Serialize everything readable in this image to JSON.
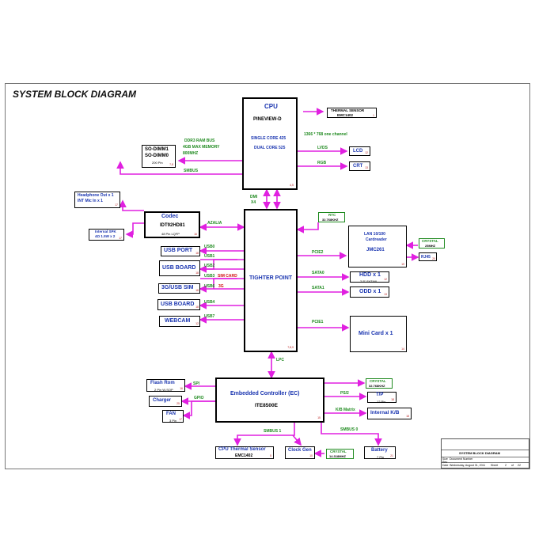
{
  "title": "SYSTEM BLOCK DIAGRAM",
  "cpu": {
    "title": "CPU",
    "name": "PINEVIEW-D",
    "line1": "SINGLE CORE 425",
    "line2": "DUAL CORE 525",
    "page": "4,5"
  },
  "thermal_top": {
    "line1": "THERMAL SENSOR",
    "line2": "EMC1402",
    "page": "1"
  },
  "resolution_note": "1366 * 768 one channel",
  "ddr": {
    "line1": "DDR3 RAM BUS",
    "line2": "4GB MAX MEMORY",
    "line3": "800MHZ"
  },
  "sodimm": {
    "line1": "SO-DIMM1",
    "line2": "SO-DIMM0",
    "line3": "200 Pin",
    "page": "7,8"
  },
  "smbus_label": "SMBUS",
  "lvds_label": "LVDS",
  "rgb_label": "RGB",
  "lcd": {
    "label": "LCD",
    "page": "12"
  },
  "crt": {
    "label": "CRT",
    "page": "13"
  },
  "dmi_label": "DMI",
  "dmi_width": "X4",
  "headphone": {
    "line1": "Headphone Out x 1",
    "line2": "INT Mic In x 1",
    "page": "17"
  },
  "codec": {
    "title": "Codec",
    "name": "IDT92HD81",
    "sub": "48 Pin LQFP",
    "page": "16"
  },
  "internal_spk": {
    "line1": "Internal SPK",
    "line2": "4Ω 1.5W x 2",
    "page": "17"
  },
  "azalia_label": "AZALIA",
  "rtc": {
    "label": "RTC",
    "freq": "32.768KHZ"
  },
  "hub": {
    "name": "TIGHTER POINT",
    "page": "7,8,9"
  },
  "usb_ports": [
    {
      "label": "USB PORT",
      "page": "18"
    },
    {
      "label": "USB BOARD",
      "page": "18"
    },
    {
      "label": "3G/USB SIM",
      "page": "18"
    },
    {
      "label": "USB BOARD",
      "page": "18"
    },
    {
      "label": "WEBCAM",
      "page": "12"
    }
  ],
  "usb_lines": [
    "USB0",
    "USB1",
    "USB2",
    "USB3",
    "USB6",
    "USB4",
    "USB7"
  ],
  "usb3_note": "SIM CARD",
  "usb6_note": "3G",
  "lan": {
    "line1": "LAN 10/100",
    "line2": "Cardreader",
    "name": "JMC261",
    "page": "19"
  },
  "crystal_lan": {
    "label": "CRYSTAL",
    "freq": "25MHZ"
  },
  "rj45": {
    "label": "RJ45",
    "page": "20"
  },
  "pcie2_label": "PCIE2",
  "sata0_label": "SATA0",
  "sata1_label": "SATA1",
  "hdd": {
    "label": "HDD x 1",
    "sub": "2.5\" SATAIII",
    "page": "12"
  },
  "odd": {
    "label": "ODD x 1",
    "page": "13"
  },
  "pcie1_label": "PCIE1",
  "minicard": {
    "label": "Mini Card x 1",
    "page": "14"
  },
  "lpc_label": "LPC",
  "ec": {
    "title": "Embedded Controller (EC)",
    "name": "ITE8500E",
    "page": "15"
  },
  "flash": {
    "label": "Flash Rom",
    "sub": "2 Pin W-SOP",
    "page": "16"
  },
  "spi_label": "SPI",
  "charger": {
    "label": "Charger",
    "page": "25"
  },
  "gpio_label": "GPIO",
  "fan": {
    "label": "FAN",
    "sub": "3 Pin",
    "page": "17"
  },
  "crystal_ec": {
    "label": "CRYSTAL",
    "freq": "32.768KHZ"
  },
  "ps2_label": "PS/2",
  "tp": {
    "label": "T/P",
    "sub": "12 Pin",
    "page": "18"
  },
  "kb_label": "K/B Matrix",
  "keyboard": {
    "label": "Internal K/B",
    "page": "18"
  },
  "smbus1_label": "SMBUS 1",
  "smbus0_label": "SMBUS 0",
  "cpu_thermal": {
    "line1": "CPU Thermal Sensor",
    "line2": "EMC1402",
    "page": "5"
  },
  "clockgen": {
    "label": "Clock Gen",
    "page": "10"
  },
  "crystal_clk": {
    "label": "CRYSTAL",
    "freq": "14.318MHZ"
  },
  "battery": {
    "label": "Battery",
    "sub": "7 Pin",
    "page": "21"
  },
  "titleblock": {
    "title": "SYSTEM BLOCK DIAGRAM",
    "size_label": "Size",
    "docnum_label": "Document Number",
    "rev_label": "Rev",
    "date_label": "Date",
    "date_value": "Wednesday, August 31, 2011",
    "sheet_label": "Sheet",
    "sheet_value": "2",
    "of_label": "of",
    "of_value": "22"
  },
  "colors": {
    "wire": "#e020e0",
    "label_green": "#1f8a1f",
    "label_blue": "#1a35b0",
    "page_red": "#b81c1c"
  }
}
